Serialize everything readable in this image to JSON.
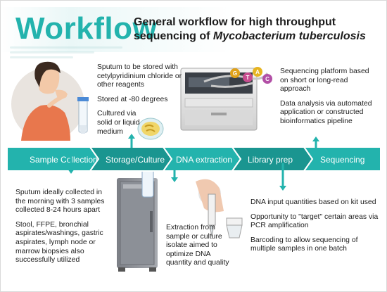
{
  "header": {
    "badge": "Workflow",
    "title_line1": "General workflow for high throughput",
    "title_line2_prefix": "sequencing of ",
    "title_line2_italic": "Mycobacterium tuberculosis"
  },
  "steps": [
    {
      "label": "Sample Collection"
    },
    {
      "label": "Storage/Culture"
    },
    {
      "label": "DNA extraction"
    },
    {
      "label": "Library prep"
    },
    {
      "label": "Sequencing"
    }
  ],
  "storage_text": {
    "p1": "Sputum to be stored with cetylpyridinium chloride or other reagents",
    "p2": "Stored at -80 degrees",
    "p3": "Cultured via solid or liquid medium"
  },
  "sequencing_text": {
    "p1": "Sequencing platform based on short or long-read approach",
    "p2": "Data analysis via automated application or constructed bioinformatics pipeline"
  },
  "sample_text": {
    "p1": "Sputum ideally collected in the morning with 3 samples collected 8-24 hours apart",
    "p2": "Stool, FFPE, bronchial aspirates/washings, gastric aspirates, lymph node or marrow biopsies also successfully utilized"
  },
  "extraction_text": {
    "p1": "Extraction from sample or culture isolate aimed to optimize DNA quantity and quality"
  },
  "library_text": {
    "p1": "DNA input quantities based on kit used",
    "p2": "Opportunity to \"target\" certain areas via PCR amplification",
    "p3": "Barcoding to allow sequencing of multiple samples in one batch"
  },
  "dna_bases": [
    "G",
    "T",
    "A",
    "C"
  ],
  "colors": {
    "teal": "#23b3ad",
    "teal_dark": "#1a9590",
    "base_g": "#e0a21b",
    "base_t": "#c74d8f",
    "base_a": "#e6b422",
    "base_c": "#b24fa6"
  }
}
